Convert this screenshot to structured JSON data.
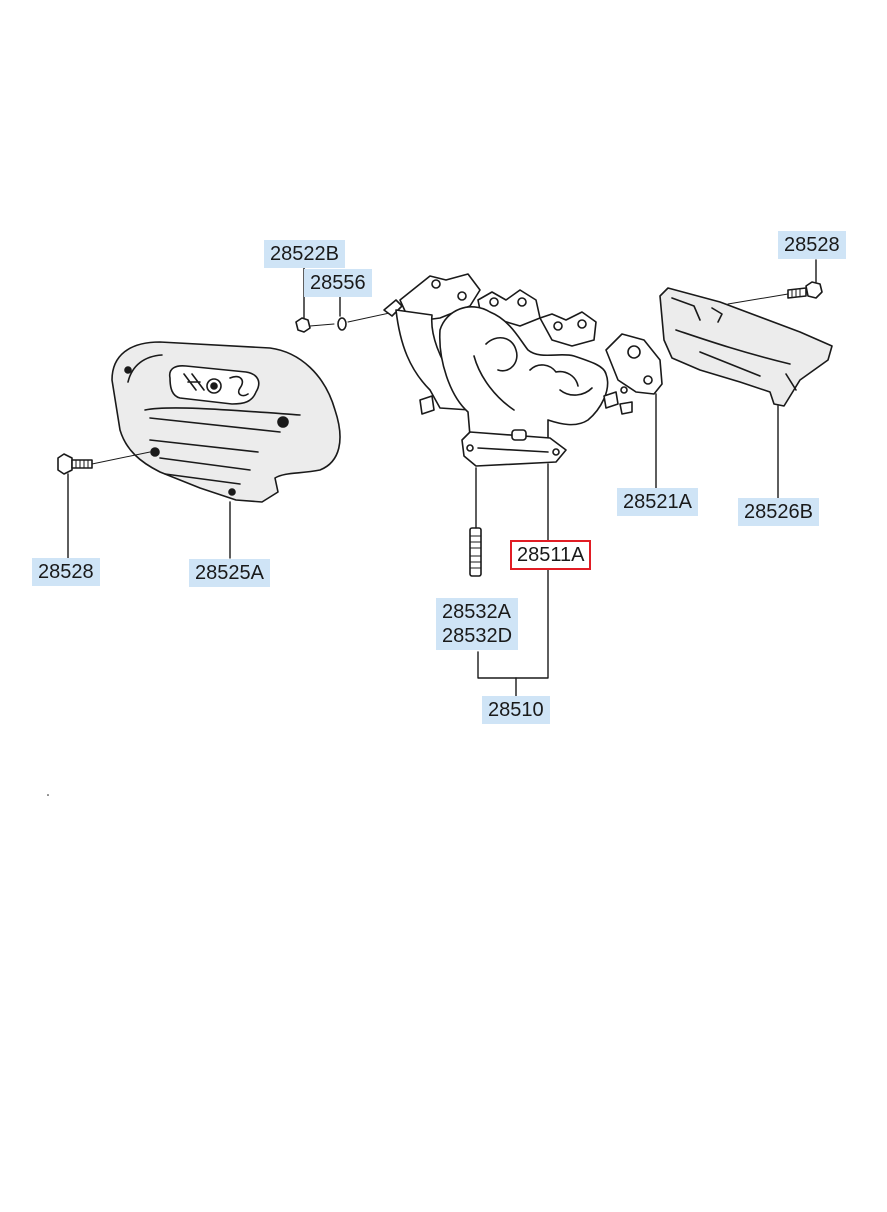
{
  "parts": {
    "p28522B": "28522B",
    "p28556": "28556",
    "p28528_top": "28528",
    "p28521A": "28521A",
    "p28526B": "28526B",
    "p28511A": "28511A",
    "p28528_left": "28528",
    "p28525A": "28525A",
    "p28532A": "28532A",
    "p28532D": "28532D",
    "p28510": "28510"
  },
  "selected_part": "28511A",
  "colors": {
    "label_bg": "#cfe4f6",
    "highlight_border": "#e11c24",
    "line": "#1a1a1a"
  }
}
